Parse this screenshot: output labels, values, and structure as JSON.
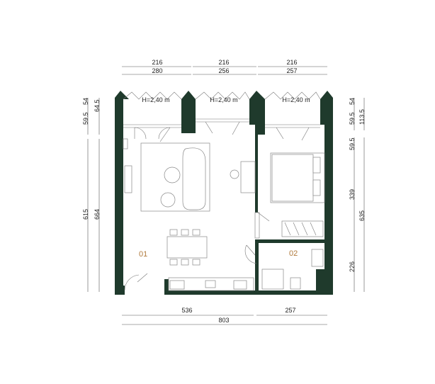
{
  "top_dims": {
    "upper": [
      "216",
      "216",
      "216"
    ],
    "lower": [
      "280",
      "256",
      "257"
    ]
  },
  "heights": [
    "H=2,40 m",
    "H=2,40 m",
    "H=2,40 m"
  ],
  "left_dims": {
    "top_a": "59.5",
    "top_b": "54",
    "top_c": "64.5",
    "long_a": "615",
    "long_b": "664"
  },
  "right_dims": {
    "top_a": "59.5",
    "top_b": "54",
    "top_c": "113.5",
    "mid": "59.5",
    "room": "339",
    "bath": "226",
    "total": "635"
  },
  "bottom_dims": {
    "left": "536",
    "right": "257",
    "total": "803"
  },
  "rooms": [
    "01",
    "02"
  ],
  "colors": {
    "wall": "#1f3a2c",
    "room_label": "#b07a3c",
    "dimension": "#222222"
  }
}
